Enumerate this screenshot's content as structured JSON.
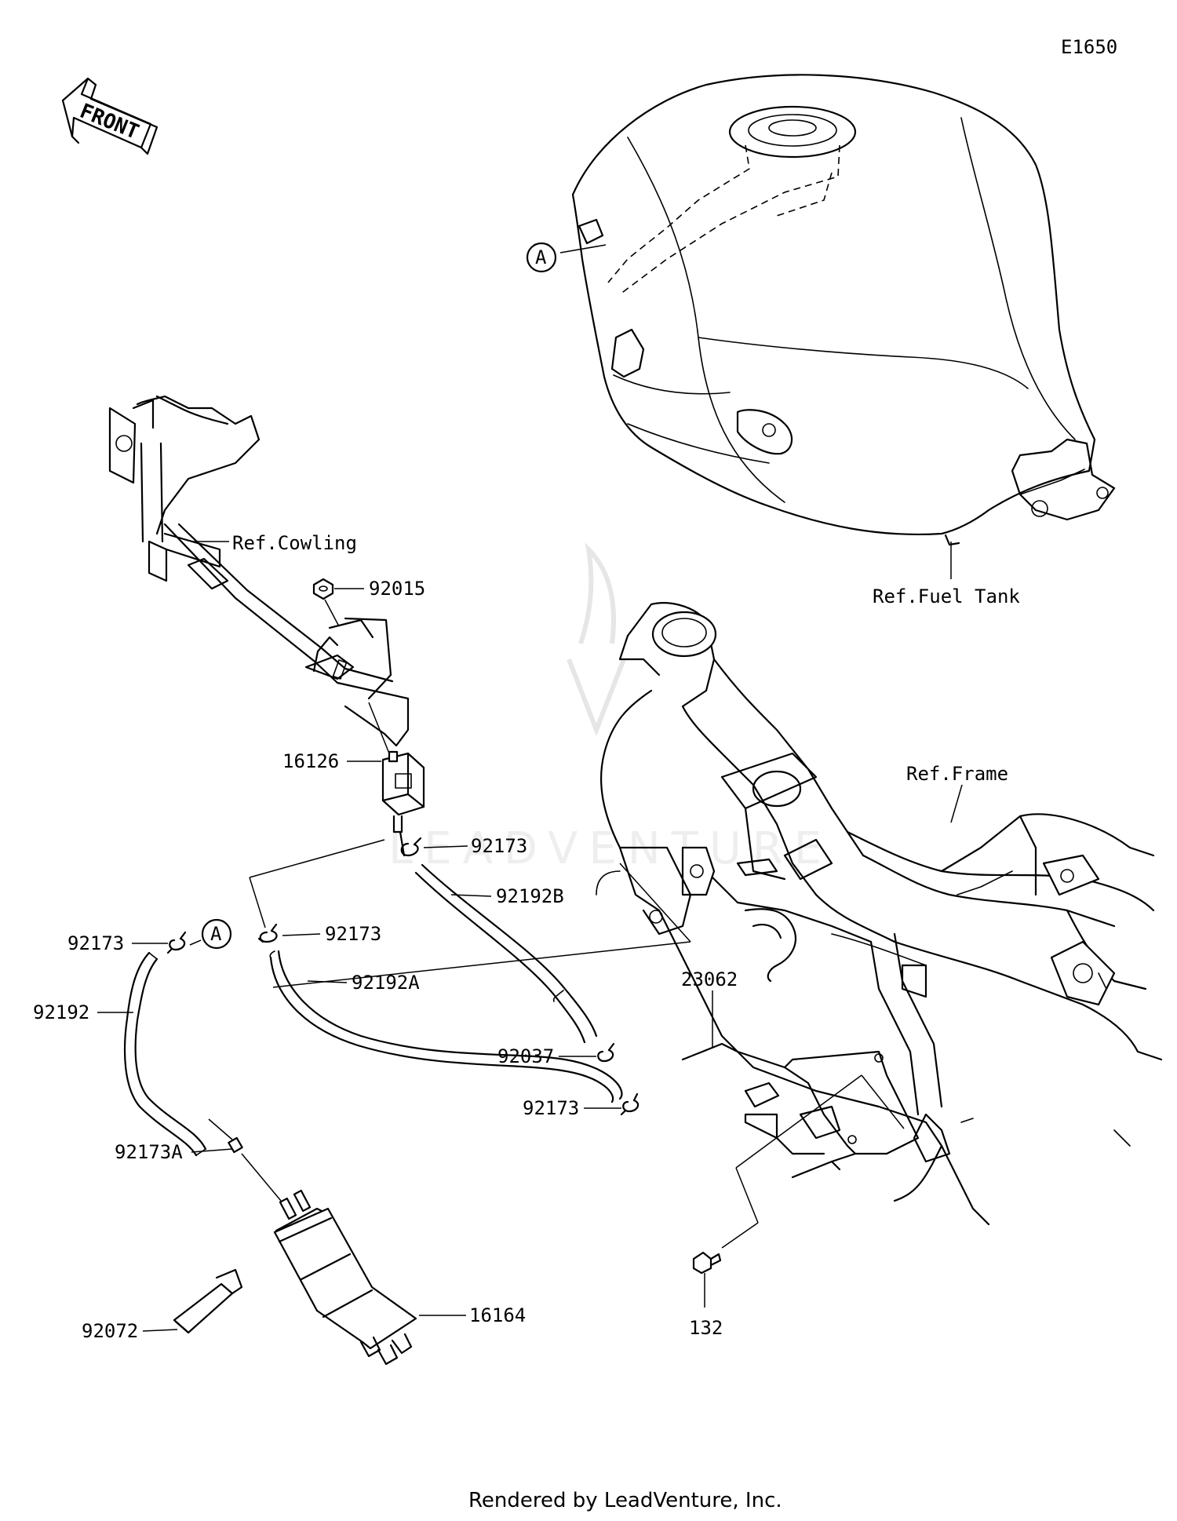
{
  "diagram_code": "E1650",
  "front_label": "FRONT",
  "callout_a": "A",
  "labels": {
    "ref_cowling": "Ref.Cowling",
    "ref_fuel_tank": "Ref.Fuel Tank",
    "ref_frame": "Ref.Frame",
    "p92015": "92015",
    "p16126": "16126",
    "p92173_top": "92173",
    "p92192B": "92192B",
    "p92173_mid": "92173",
    "p92192A": "92192A",
    "p92173_left": "92173",
    "p92192": "92192",
    "p92037": "92037",
    "p92173_low": "92173",
    "p92173A": "92173A",
    "p23062": "23062",
    "p16164": "16164",
    "p92072": "92072",
    "p132": "132"
  },
  "footer": "Rendered by LeadVenture, Inc."
}
